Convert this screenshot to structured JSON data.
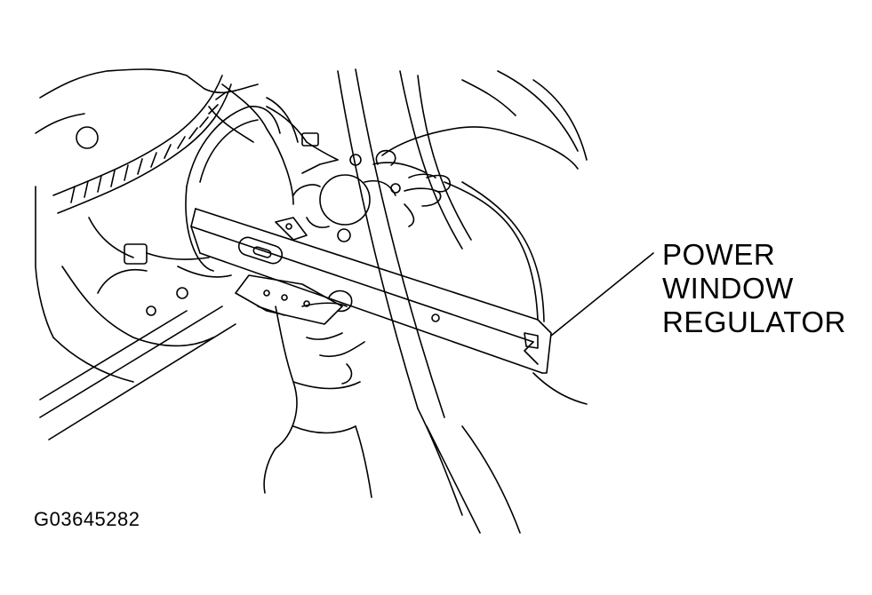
{
  "callout": {
    "lines": [
      "POWER",
      "WINDOW",
      "REGULATOR"
    ]
  },
  "figure_id": "G03645282",
  "colors": {
    "ink": "#000000",
    "paper": "#ffffff"
  }
}
